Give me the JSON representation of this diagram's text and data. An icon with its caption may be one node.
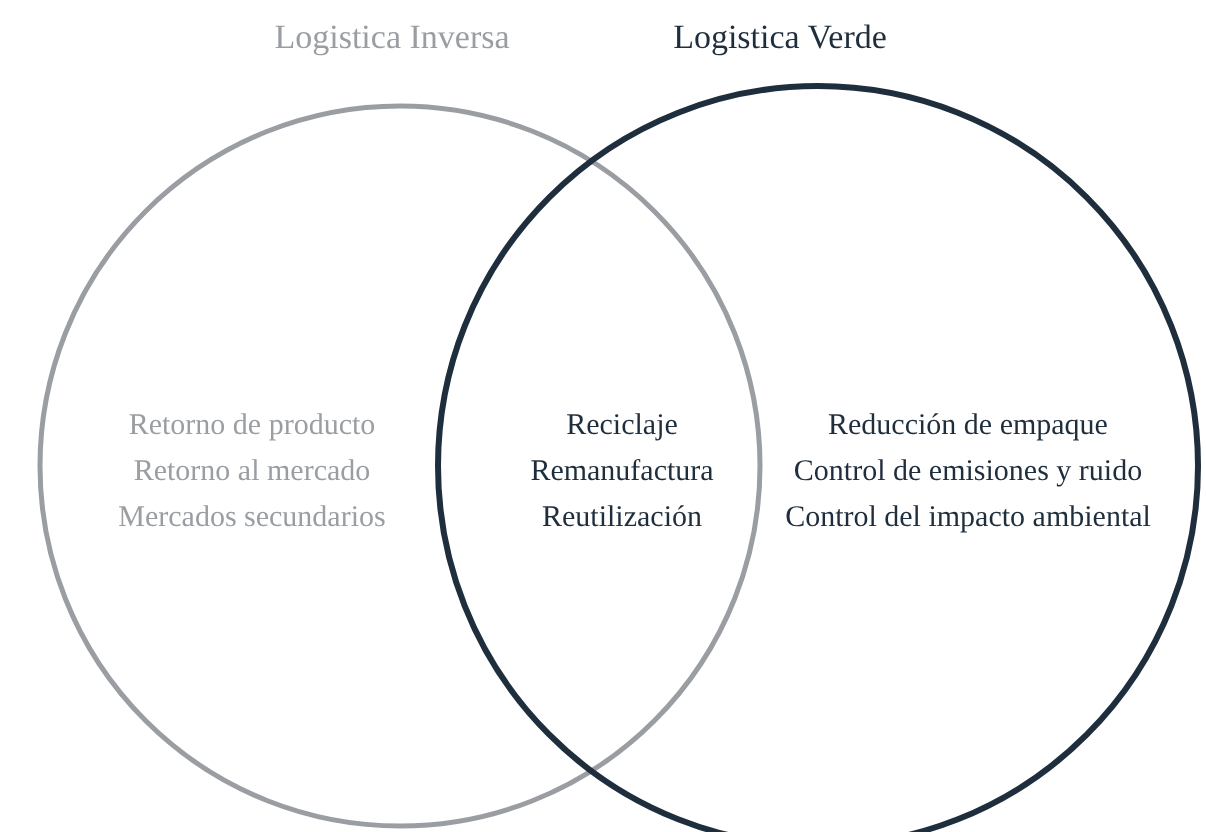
{
  "diagram": {
    "nodes": [
      {
        "text": [
          "Logistica Inversa",
          "Retorno de producto",
          "Retorno al mercado",
          "Mercados secundarios"
        ]
      },
      {
        "text": [
          "Logistica Verde",
          "Reducción de empaque",
          "Control de emisiones y ruido",
          "Control del impacto ambiental"
        ]
      }
    ],
    "edges": [],
    "labels": [
      "Reciclaje",
      "Remanufactura",
      "Reutilización"
    ]
  }
}
